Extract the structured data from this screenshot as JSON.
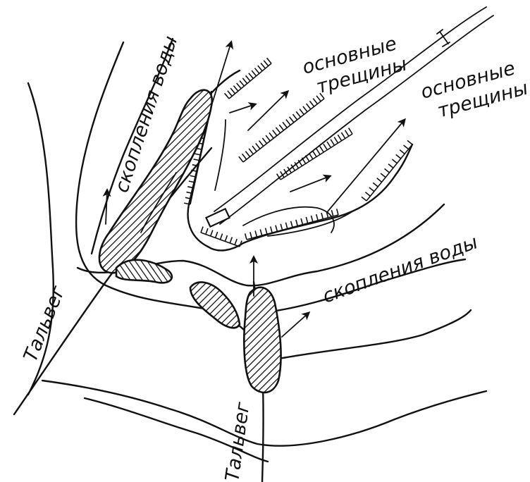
{
  "labels": {
    "water_left": "скопления воды",
    "water_right": "скопления воды",
    "cracks_top": [
      "основные",
      "трещины"
    ],
    "cracks_right": [
      "основные",
      "трещины"
    ],
    "thalweg_left": "Тальвег",
    "thalweg_bottom": "Тальвег"
  },
  "colors": {
    "ink": "#111111",
    "paper": "#ffffff"
  }
}
